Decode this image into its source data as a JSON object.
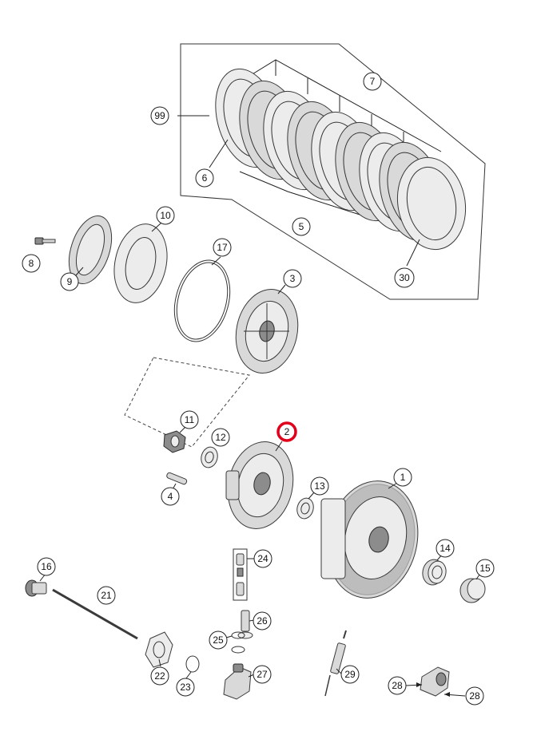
{
  "callouts": [
    {
      "id": "c99",
      "label": "99"
    },
    {
      "id": "c7",
      "label": "7"
    },
    {
      "id": "c6",
      "label": "6"
    },
    {
      "id": "c5",
      "label": "5"
    },
    {
      "id": "c30",
      "label": "30"
    },
    {
      "id": "c10",
      "label": "10"
    },
    {
      "id": "c8",
      "label": "8"
    },
    {
      "id": "c9",
      "label": "9"
    },
    {
      "id": "c17",
      "label": "17"
    },
    {
      "id": "c3",
      "label": "3"
    },
    {
      "id": "c11",
      "label": "11"
    },
    {
      "id": "c2",
      "label": "2",
      "highlight": true
    },
    {
      "id": "c12",
      "label": "12"
    },
    {
      "id": "c4",
      "label": "4"
    },
    {
      "id": "c13",
      "label": "13"
    },
    {
      "id": "c1",
      "label": "1"
    },
    {
      "id": "c14",
      "label": "14"
    },
    {
      "id": "c15",
      "label": "15"
    },
    {
      "id": "c24",
      "label": "24"
    },
    {
      "id": "c16",
      "label": "16"
    },
    {
      "id": "c21",
      "label": "21"
    },
    {
      "id": "c26",
      "label": "26"
    },
    {
      "id": "c25",
      "label": "25"
    },
    {
      "id": "c22",
      "label": "22"
    },
    {
      "id": "c23",
      "label": "23"
    },
    {
      "id": "c27",
      "label": "27"
    },
    {
      "id": "c29",
      "label": "29"
    },
    {
      "id": "c28a",
      "label": "28"
    },
    {
      "id": "c28b",
      "label": "28"
    }
  ],
  "colors": {
    "highlight": "#e0001b",
    "line": "#222222",
    "part": "#d9d9d9"
  }
}
